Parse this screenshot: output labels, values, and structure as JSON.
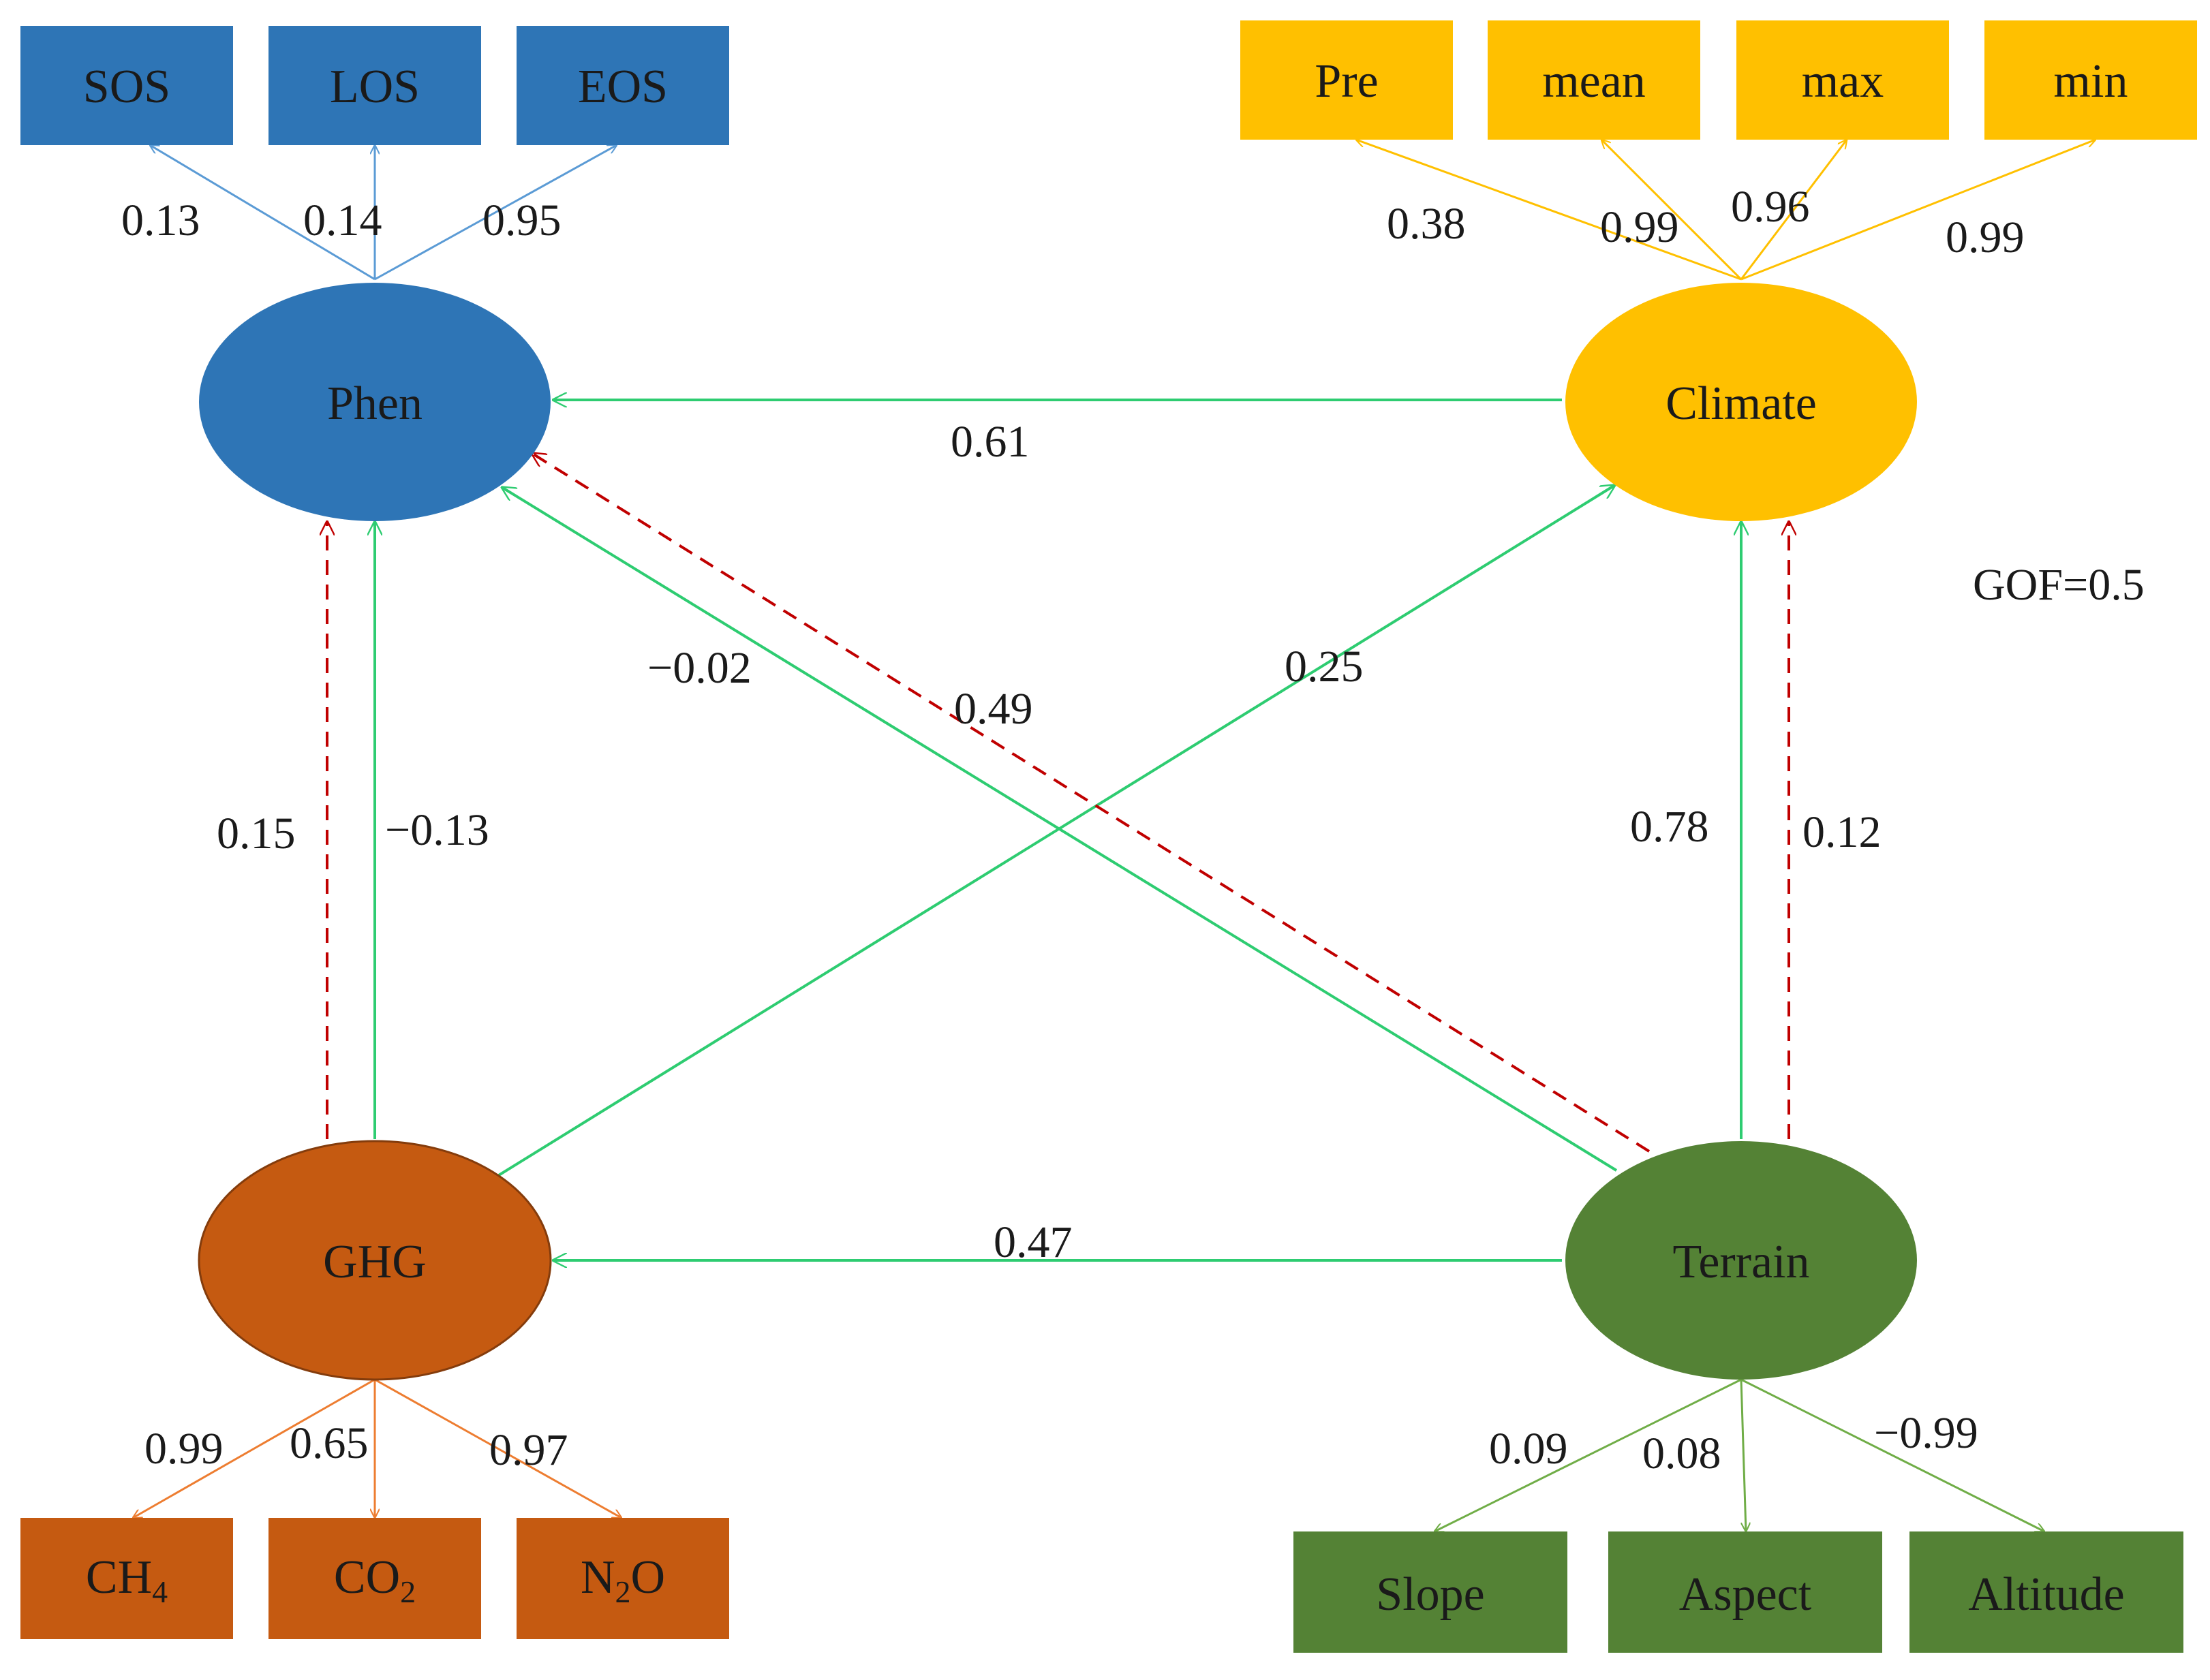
{
  "gof": "GOF=0.5",
  "colors": {
    "phen": "#2e75b6",
    "phen_edge": "#5b9bd5",
    "climate": "#ffc000",
    "ghg": "#c55a11",
    "ghg_edge": "#ed7d31",
    "terrain": "#548235",
    "terrain_edge": "#70ad47",
    "path": "#2ecc71",
    "indirect": "#c00000"
  },
  "latents": {
    "phen": "Phen",
    "climate": "Climate",
    "ghg": "GHG",
    "terrain": "Terrain"
  },
  "indicators": {
    "phen": [
      {
        "label": "SOS",
        "loading": "0.13"
      },
      {
        "label": "LOS",
        "loading": "0.14"
      },
      {
        "label": "EOS",
        "loading": "0.95"
      }
    ],
    "climate": [
      {
        "label": "Pre",
        "loading": "0.38"
      },
      {
        "label": "mean",
        "loading": "0.99"
      },
      {
        "label": "max",
        "loading": "0.96"
      },
      {
        "label": "min",
        "loading": "0.99"
      }
    ],
    "ghg": [
      {
        "label": "CH",
        "sub": "4",
        "loading": "0.99"
      },
      {
        "label": "CO",
        "sub": "2",
        "loading": "0.65"
      },
      {
        "label": "N",
        "sub": "2",
        "tail": "O",
        "loading": "0.97"
      }
    ],
    "terrain": [
      {
        "label": "Slope",
        "loading": "0.09"
      },
      {
        "label": "Aspect",
        "loading": "0.08"
      },
      {
        "label": "Altitude",
        "loading": "−0.99"
      }
    ]
  },
  "paths": {
    "climate_to_phen": "0.61",
    "terrain_to_phen": "−0.02",
    "terrain_to_phen_indirect": "0.49",
    "ghg_to_climate": "0.25",
    "ghg_to_phen_indirect": "0.15",
    "ghg_to_phen": "−0.13",
    "terrain_to_climate": "0.78",
    "terrain_to_climate_indirect": "0.12",
    "terrain_to_ghg": "0.47"
  }
}
